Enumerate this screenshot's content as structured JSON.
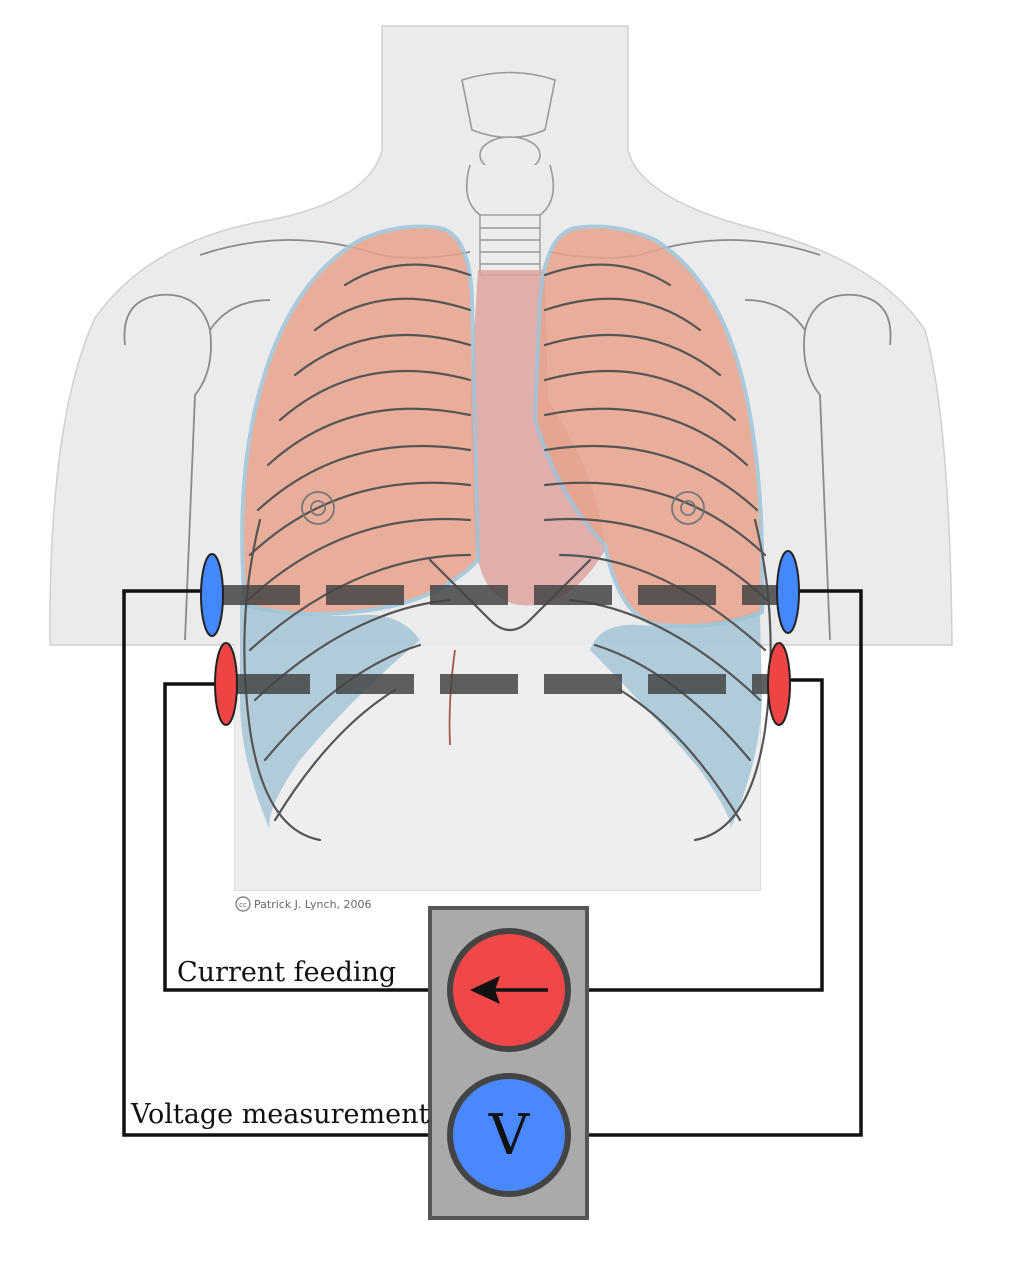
{
  "credit": {
    "icon": "cc-icon",
    "text": "Patrick J. Lynch, 2006"
  },
  "labels": {
    "current_feeding": "Current feeding",
    "voltage_measurement": "Voltage measurement"
  },
  "instrument": {
    "current_symbol": "left-arrow-icon",
    "voltage_symbol": "V"
  },
  "colors": {
    "electrode_voltage": "#4488ff",
    "electrode_current": "#ee4444",
    "current_source": "#f04848",
    "voltmeter": "#4a88ff",
    "instrument_box": "#aaaaaa",
    "lung": "#e8a48c",
    "diaphragm_region": "#a9c8d8",
    "dashed_path": "#444444"
  }
}
